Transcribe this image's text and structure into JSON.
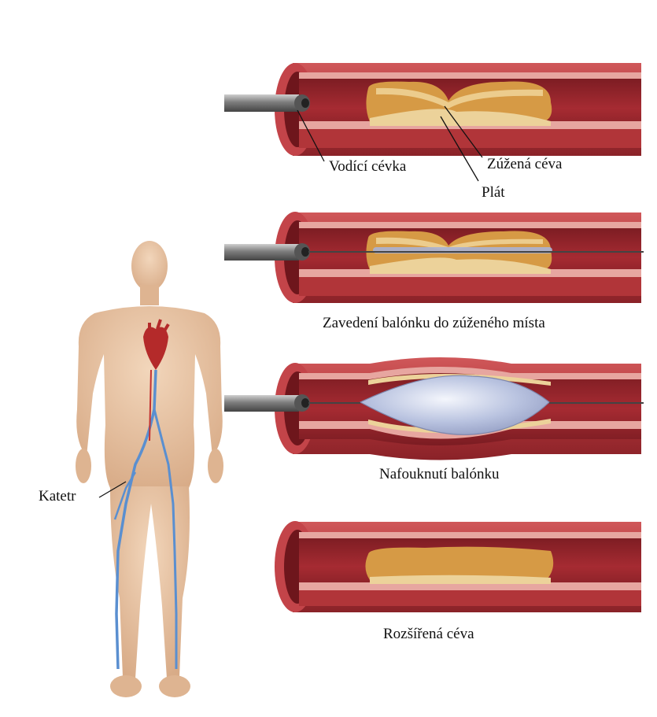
{
  "labels": {
    "guide_tube": "Vodící cévka",
    "narrowed_vessel": "Zúžená céva",
    "plaque": "Plát",
    "insert_balloon": "Zavedení balónku do zúženého místa",
    "inflate_balloon": "Nafouknutí balónku",
    "widened_vessel": "Rozšířená céva",
    "catheter": "Katetr"
  },
  "colors": {
    "vessel_wall": "#b83a3e",
    "vessel_wall_dark": "#7e1f25",
    "vessel_lumen": "#a82a31",
    "vessel_highlight": "#e9a7a2",
    "plaque_fat": "#d9a14a",
    "plaque_light": "#f0d59a",
    "catheter": "#8c8c8c",
    "balloon": "#c6cfe8",
    "skin": "#e8c4a3",
    "vein": "#5a8fd0",
    "artery": "#c33030"
  }
}
